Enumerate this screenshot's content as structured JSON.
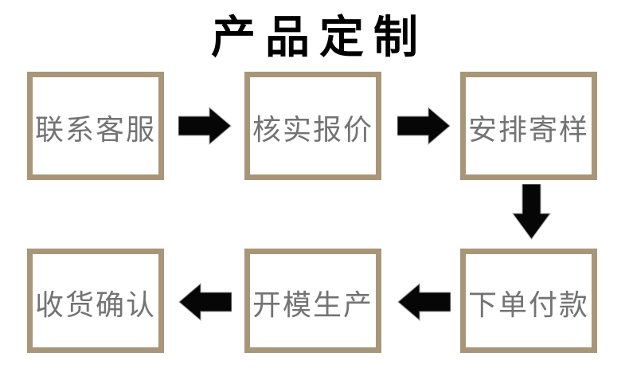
{
  "title": "产品定制",
  "colors": {
    "background": "#ffffff",
    "box_border": "#a79678",
    "box_text": "#737373",
    "title_text": "#000000",
    "arrow_fill": "#060606",
    "arrow_stroke": "#9e9e9e"
  },
  "diagram": {
    "type": "flowchart",
    "steps": [
      {
        "label": "联系客服",
        "position": "top-left"
      },
      {
        "label": "核实报价",
        "position": "top-center"
      },
      {
        "label": "安排寄样",
        "position": "top-right"
      },
      {
        "label": "下单付款",
        "position": "bottom-right"
      },
      {
        "label": "开模生产",
        "position": "bottom-center"
      },
      {
        "label": "收货确认",
        "position": "bottom-left"
      }
    ],
    "arrows": [
      {
        "from": "联系客服",
        "to": "核实报价",
        "direction": "right"
      },
      {
        "from": "核实报价",
        "to": "安排寄样",
        "direction": "right"
      },
      {
        "from": "安排寄样",
        "to": "下单付款",
        "direction": "down"
      },
      {
        "from": "下单付款",
        "to": "开模生产",
        "direction": "left"
      },
      {
        "from": "开模生产",
        "to": "收货确认",
        "direction": "left"
      }
    ]
  }
}
